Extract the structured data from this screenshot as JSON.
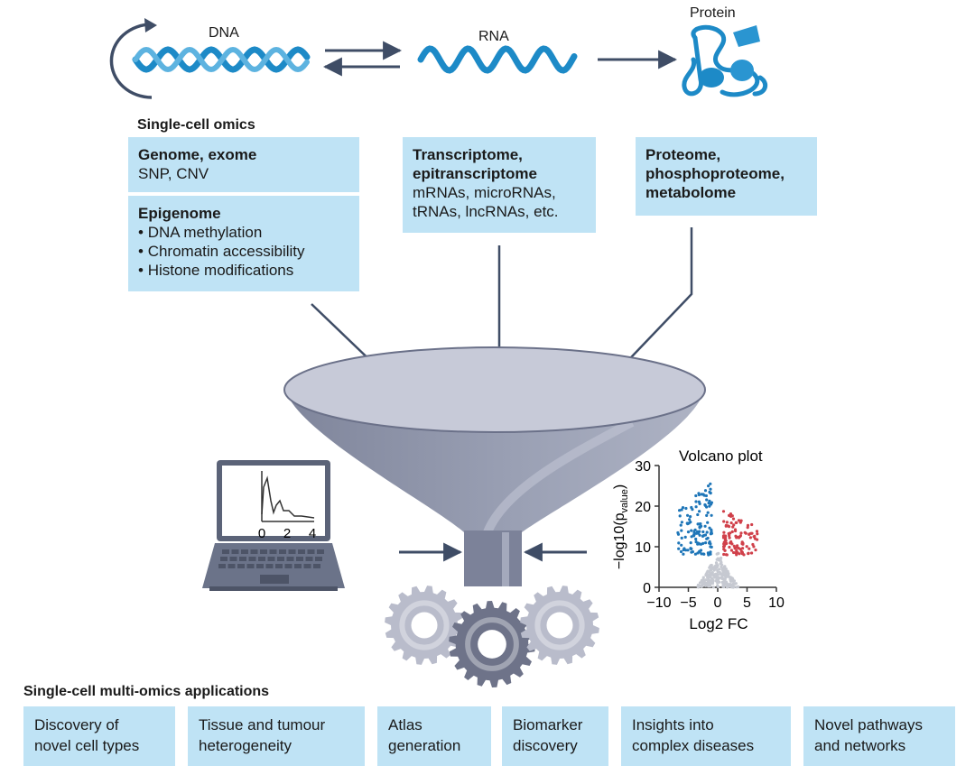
{
  "top": {
    "dna_label": "DNA",
    "rna_label": "RNA",
    "protein_label": "Protein"
  },
  "omics": {
    "heading": "Single-cell omics",
    "genome": {
      "title": "Genome, exome",
      "sub": "SNP, CNV"
    },
    "epigenome": {
      "title": "Epigenome",
      "items": [
        "DNA methylation",
        "Chromatin accessibility",
        "Histone modifications"
      ]
    },
    "transcriptome": {
      "title_1": "Transcriptome,",
      "title_2": "epitranscriptome",
      "line_1": "mRNAs, microRNAs,",
      "line_2": "tRNAs, lncRNAs, etc."
    },
    "proteome": {
      "title_1": "Proteome,",
      "title_2": "phosphoproteome,",
      "title_3": "metabolome"
    }
  },
  "colors": {
    "box": "#bfe3f5",
    "helix": "#1d8ac7",
    "arrow": "#3f4d66",
    "funnel": "#8e94a9",
    "volcano_down": "#1f76b8",
    "volcano_up": "#d0404a",
    "volcano_ns": "#c6c9d1"
  },
  "icons": [
    "circular-replication-arrow-icon",
    "dna-helix-icon",
    "rna-strand-icon",
    "protein-structure-icon",
    "funnel-icon",
    "laptop-icon",
    "gears-icon"
  ],
  "laptop_plot": {
    "ticks": [
      "0",
      "2",
      "4"
    ]
  },
  "chart_data": {
    "type": "scatter",
    "title": "Volcano plot",
    "xlabel": "Log2 FC",
    "ylabel_main": "−log10(p",
    "ylabel_sub": "value",
    "ylabel_close": ")",
    "xlim": [
      -10,
      10
    ],
    "ylim": [
      0,
      30
    ],
    "xticks": [
      "−10",
      "−5",
      "0",
      "5",
      "10"
    ],
    "yticks": [
      "0",
      "10",
      "20",
      "30"
    ],
    "series": [
      {
        "color_key": "volcano_down",
        "x_range": [
          -7,
          -1
        ],
        "y_range": [
          8,
          26
        ],
        "count": 130
      },
      {
        "color_key": "volcano_up",
        "x_range": [
          1,
          7
        ],
        "y_range": [
          8,
          19
        ],
        "count": 110
      },
      {
        "color_key": "volcano_ns",
        "x_range": [
          -4,
          4
        ],
        "y_range": [
          0,
          9
        ],
        "count": 220
      }
    ]
  },
  "applications": {
    "heading": "Single-cell multi-omics applications",
    "items": [
      {
        "line1": "Discovery of",
        "line2": "novel cell types"
      },
      {
        "line1": "Tissue and tumour",
        "line2": "heterogeneity"
      },
      {
        "line1": "Atlas",
        "line2": "generation"
      },
      {
        "line1": "Biomarker",
        "line2": "discovery"
      },
      {
        "line1": "Insights into",
        "line2": "complex diseases"
      },
      {
        "line1": "Novel pathways",
        "line2": "and networks"
      }
    ]
  }
}
